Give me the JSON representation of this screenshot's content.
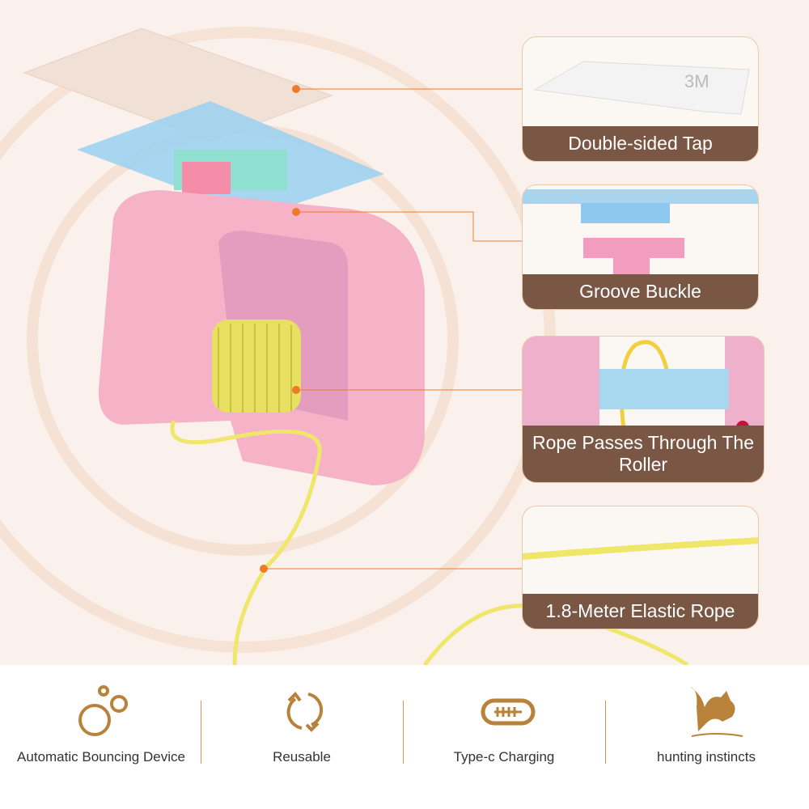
{
  "callouts": [
    {
      "label": "Double-sided Tap",
      "logo_text": "3M"
    },
    {
      "label": "Groove Buckle"
    },
    {
      "label": "Rope Passes Through The Roller"
    },
    {
      "label": "1.8-Meter Elastic Rope"
    }
  ],
  "features": [
    {
      "label": "Automatic Bouncing Device",
      "icon": "bubbles-icon"
    },
    {
      "label": "Reusable",
      "icon": "refresh-icon"
    },
    {
      "label": "Type-c Charging",
      "icon": "usb-c-port-icon"
    },
    {
      "label": "hunting instincts",
      "icon": "cat-pouncing-icon"
    }
  ],
  "colors": {
    "accent": "#b8823a",
    "band": "#7a5645",
    "leader": "#f07a2a",
    "pink": "#f2a9c4",
    "blue": "#a8d4ee",
    "rope": "#efe66a"
  }
}
